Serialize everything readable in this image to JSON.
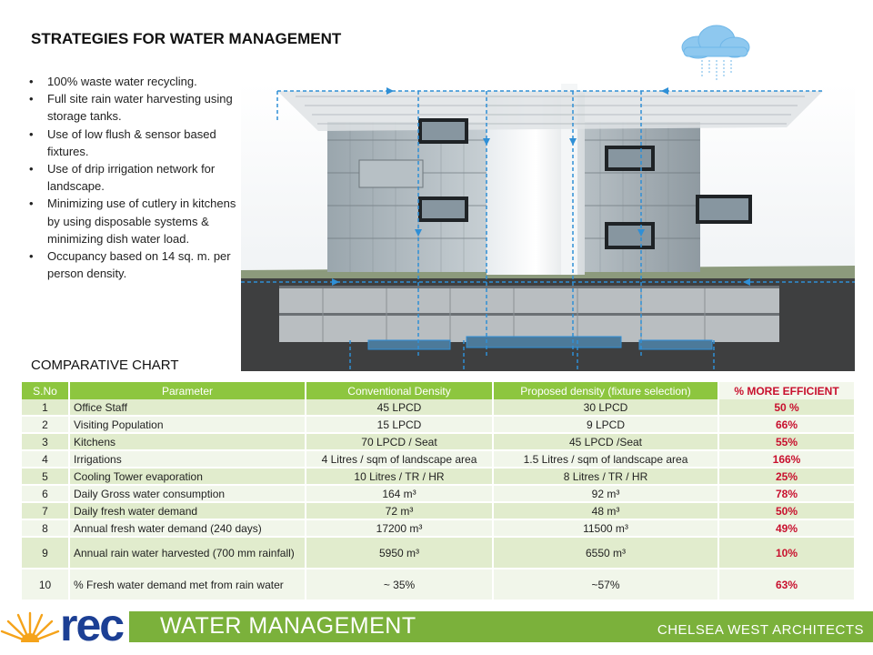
{
  "page": {
    "title": "STRATEGIES FOR WATER MANAGEMENT",
    "bullets": [
      "100% waste water recycling.",
      "Full site rain water harvesting using storage tanks.",
      "Use of low flush & sensor based fixtures.",
      "Use of drip irrigation network for landscape.",
      "Minimizing use of cutlery in kitchens by using disposable systems & minimizing dish water load.",
      "Occupancy based on 14 sq. m. per person density."
    ]
  },
  "illustration": {
    "image_icon": "building-section-water-flow-illustration",
    "cloud_icon": "rain-cloud-icon",
    "colors": {
      "water_line": "#2f8fd6",
      "ground": "#3a3a3a",
      "cloud": "#6fb7e8"
    }
  },
  "chart": {
    "title": "COMPARATIVE CHART",
    "headers": [
      "S.No",
      "Parameter",
      "Conventional Density",
      "Proposed density (fixture selection)",
      "% MORE EFFICIENT"
    ],
    "rows": [
      [
        "1",
        "Office Staff",
        "45 LPCD",
        "30 LPCD",
        "50 %"
      ],
      [
        "2",
        "Visiting Population",
        "15 LPCD",
        "9 LPCD",
        "66%"
      ],
      [
        "3",
        "Kitchens",
        "70 LPCD / Seat",
        "45 LPCD /Seat",
        "55%"
      ],
      [
        "4",
        "Irrigations",
        "4 Litres / sqm of landscape area",
        "1.5 Litres / sqm of landscape area",
        "166%"
      ],
      [
        "5",
        "Cooling Tower evaporation",
        "10 Litres / TR / HR",
        "8 Litres / TR / HR",
        "25%"
      ],
      [
        "6",
        "Daily Gross water consumption",
        "164 m³",
        "92 m³",
        "78%"
      ],
      [
        "7",
        "Daily fresh water demand",
        "72 m³",
        "48 m³",
        "50%"
      ],
      [
        "8",
        "Annual fresh water demand (240 days)",
        "17200 m³",
        "11500 m³",
        "49%"
      ],
      [
        "9",
        "Annual rain water harvested (700 mm rainfall)",
        "5950 m³",
        "6550 m³",
        "10%"
      ],
      [
        "10",
        "% Fresh water demand met from rain water",
        "~ 35%",
        "~57%",
        "63%"
      ]
    ],
    "colors": {
      "header": "#8dc63f",
      "row_odd": "#e1eccd",
      "row_even": "#f1f6ea",
      "efficiency": "#c8102e"
    }
  },
  "footer": {
    "logo": "rec",
    "logo_icon": "sunburst-icon",
    "title": "WATER MANAGEMENT",
    "firm": "CHELSEA WEST ARCHITECTS",
    "colors": {
      "bar": "#7bb13b",
      "logo_text": "#1c3f94",
      "sun": "#f5a31a"
    }
  }
}
